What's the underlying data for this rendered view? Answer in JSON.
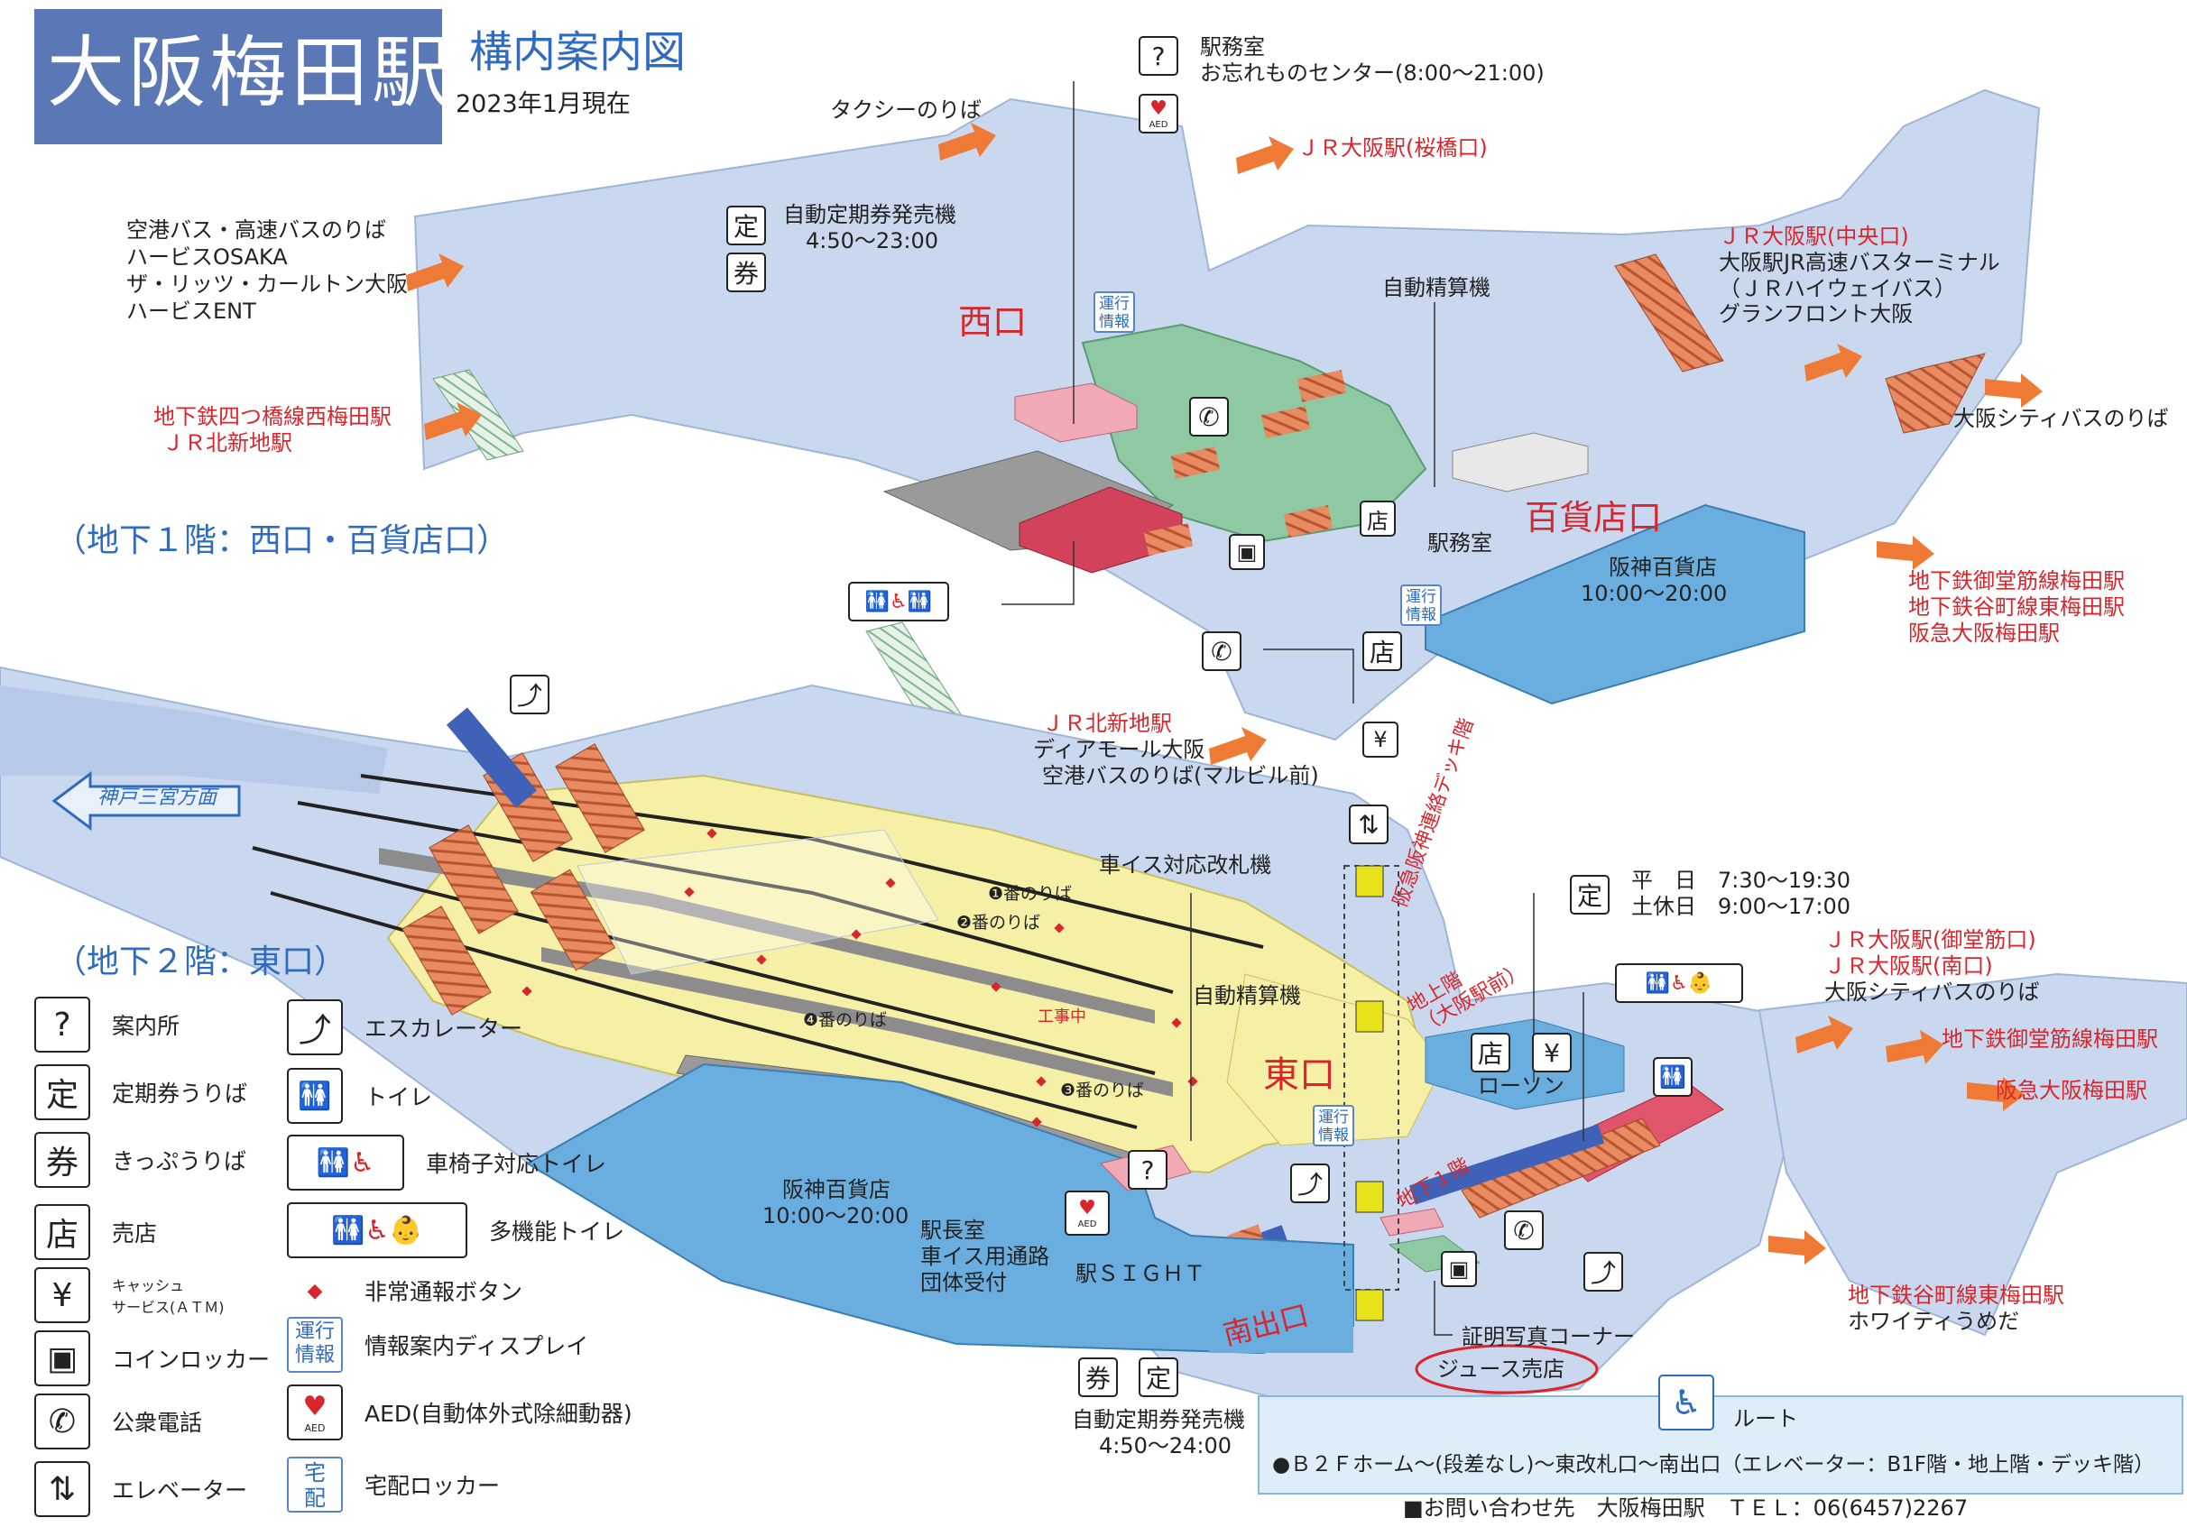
{
  "header": {
    "station_name": "大阪梅田駅",
    "map_title": "構内案内図",
    "date": "2023年1月現在"
  },
  "floors": {
    "b1": "（地下１階：西口・百貨店口）",
    "b2": "（地下２階：東口）"
  },
  "gates": {
    "west": "西口",
    "department": "百貨店口",
    "east": "東口",
    "south": "南出口"
  },
  "top_info": {
    "info_line1": "駅務室",
    "info_line2": "お忘れものセンター(8:00～21:00)"
  },
  "labels_b1": {
    "taxi": "タクシーのりば",
    "jr_sakurabashi": "ＪＲ大阪駅(桜橋口)",
    "bus_lines": [
      "空港バス・高速バスのりば",
      "ハービスOSAKA",
      "ザ・リッツ・カールトン大阪",
      "ハービスENT"
    ],
    "teiki_machine": "自動定期券発売機",
    "teiki_hours": "4:50～23:00",
    "fare_adjust": "自動精算機",
    "jr_central_lines": [
      "ＪＲ大阪駅(中央口)",
      "大阪駅JR高速バスターミナル",
      "（ＪＲハイウェイバス）",
      "グランフロント大阪"
    ],
    "yotsubashi_lines": [
      "地下鉄四つ橋線西梅田駅",
      "ＪＲ北新地駅"
    ],
    "city_bus": "大阪シティバスのりば",
    "station_office": "駅務室",
    "hanshin_dept": "阪神百貨店",
    "hanshin_hours": "10:00～20:00",
    "subway_lines": [
      "地下鉄御堂筋線梅田駅",
      "地下鉄谷町線東梅田駅",
      "阪急大阪梅田駅"
    ],
    "kitashinchi_lines": [
      "ＪＲ北新地駅",
      "ディアモール大阪",
      "空港バスのりば(マルビル前)"
    ],
    "kobe_direction": "神戸三宮方面"
  },
  "labels_b2": {
    "wheelchair_gate": "車イス対応改札機",
    "deck": "阪急阪神連絡デッキ階",
    "ground": "地上階",
    "ground_sub": "（大阪駅前）",
    "b1_label": "地下１階",
    "shop_hours": [
      [
        "平　日",
        "7:30～19:30"
      ],
      [
        "土休日",
        "9:00～17:00"
      ]
    ],
    "jr_midosuji_lines": [
      "ＪＲ大阪駅(御堂筋口)",
      "ＪＲ大阪駅(南口)"
    ],
    "city_bus2": "大阪シティバスのりば",
    "fare_adjust2": "自動精算機",
    "construction": "工事中",
    "lawson": "ローソン",
    "subway_midosuji": "地下鉄御堂筋線梅田駅",
    "hankyu": "阪急大阪梅田駅",
    "tanimachi_lines": [
      "地下鉄谷町線東梅田駅",
      "ホワイティうめだ"
    ],
    "hanshin_dept": "阪神百貨店",
    "hanshin_hours": "10:00～20:00",
    "office_lines": [
      "駅長室",
      "車イス用通路",
      "団体受付"
    ],
    "sight": "駅ＳＩＧＨＴ",
    "photo_corner": "証明写真コーナー",
    "juice_shop": "ジュース売店",
    "teiki_machine2": "自動定期券発売機",
    "teiki_hours2": "4:50～24:00",
    "platforms": [
      "❶番のりば",
      "❷番のりば",
      "❸番のりば",
      "❹番のりば"
    ]
  },
  "display_icon_text": [
    "運行",
    "情報"
  ],
  "legend": [
    {
      "icon": "info-icon",
      "glyph": "?",
      "label": "案内所"
    },
    {
      "icon": "commuter-pass-icon",
      "glyph": "定",
      "label": "定期券うりば"
    },
    {
      "icon": "ticket-machine-icon",
      "glyph": "券",
      "label": "きっぷうりば"
    },
    {
      "icon": "shop-icon",
      "glyph": "店",
      "label": "売店"
    },
    {
      "icon": "atm-icon",
      "glyph": "¥",
      "label": "キャッシュ\nサービス(ＡＴＭ)"
    },
    {
      "icon": "coin-locker-icon",
      "glyph": "▣",
      "label": "コインロッカー"
    },
    {
      "icon": "public-phone-icon",
      "glyph": "✆",
      "label": "公衆電話"
    },
    {
      "icon": "elevator-icon",
      "glyph": "⇅",
      "label": "エレベーター"
    }
  ],
  "legend_right": [
    {
      "icon": "escalator-icon",
      "glyph": "⤴",
      "label": "エスカレーター"
    },
    {
      "icon": "toilet-icon",
      "glyph": "🚻",
      "label": "トイレ"
    },
    {
      "icon": "accessible-toilet-icon",
      "glyph": "🚻♿",
      "label": "車椅子対応トイレ"
    },
    {
      "icon": "multipurpose-toilet-icon",
      "glyph": "🚻♿👶",
      "label": "多機能トイレ"
    },
    {
      "icon": "emergency-button-icon",
      "glyph": "◆",
      "label": "非常通報ボタン"
    },
    {
      "icon": "info-display-icon",
      "glyph": "運行情報",
      "label": "情報案内ディスプレイ"
    },
    {
      "icon": "aed-icon",
      "glyph": "♥",
      "label": "AED(自動体外式除細動器)"
    },
    {
      "icon": "delivery-locker-icon",
      "glyph": "宅配",
      "label": "宅配ロッカー"
    }
  ],
  "aed_text": "AED",
  "route": {
    "heading": "ルート",
    "text": "●Ｂ２Ｆホーム～(段差なし)～東改札口～南出口（エレベーター：B1F階・地上階・デッキ階）"
  },
  "contact": "■お問い合わせ先　大阪梅田駅　ＴＥＬ：06(6457)2267",
  "colors": {
    "title_bg": "#5b78b6",
    "concourse": "#c9d8ef",
    "platform_yellow": "#f6f0a6",
    "gate_green": "#8fc9a3",
    "dept_blue": "#6aaee0",
    "accent_red": "#d8262c",
    "stairs_orange": "#e07a52"
  }
}
